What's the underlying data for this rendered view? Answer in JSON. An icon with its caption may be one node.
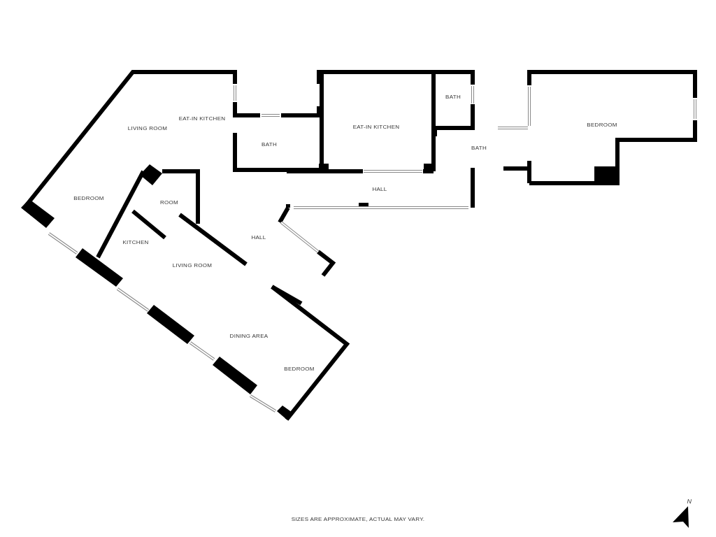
{
  "diagram": {
    "labels": [
      "LIVING ROOM",
      "EAT-IN KITCHEN",
      "BATH",
      "EAT-IN KITCHEN",
      "BATH",
      "BEDROOM",
      "BATH",
      "BEDROOM",
      "ROOM",
      "HALL",
      "HALL",
      "KITCHEN",
      "LIVING ROOM",
      "DINING AREA",
      "BEDROOM",
      "SIZES ARE APPROXIMATE, ACTUAL MAY VARY.",
      "N"
    ]
  }
}
